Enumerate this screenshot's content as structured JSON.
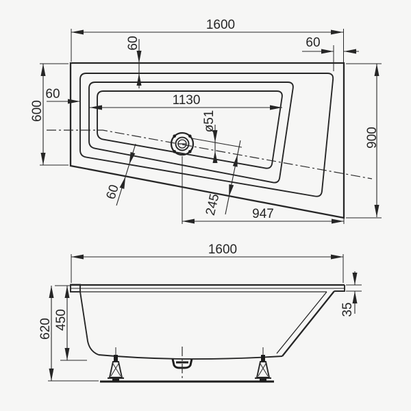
{
  "drawing_title": "bathtub-technical-drawing",
  "colors": {
    "line": "#262626",
    "background": "#f6f6f5"
  },
  "views": {
    "top": {
      "name": "plan-view",
      "dims": {
        "overall_width": {
          "label": "1600"
        },
        "rim_right": {
          "label": "60"
        },
        "rim_top": {
          "label": "60"
        },
        "rim_left": {
          "label": "60"
        },
        "left_side_depth": {
          "label": "600"
        },
        "basin_length": {
          "label": "1130"
        },
        "drain_diameter": {
          "label": "ø51"
        },
        "rim_bottom": {
          "label": "60"
        },
        "drain_edge_offset": {
          "label": "245"
        },
        "drain_to_right_edge": {
          "label": "947"
        },
        "right_side_depth": {
          "label": "900"
        }
      }
    },
    "side": {
      "name": "front-elevation",
      "dims": {
        "overall_width": {
          "label": "1600"
        },
        "rim_height": {
          "label": "35"
        },
        "total_height": {
          "label": "620"
        },
        "shell_height": {
          "label": "450"
        }
      }
    }
  }
}
